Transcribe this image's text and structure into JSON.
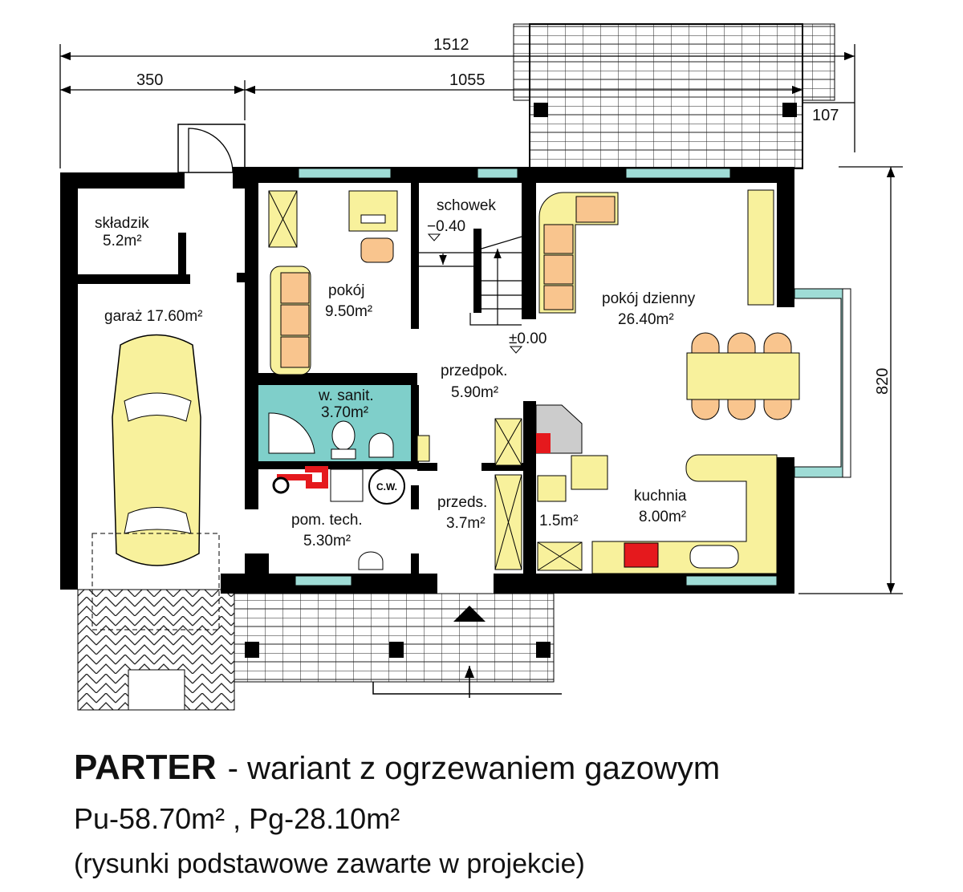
{
  "dimensions": {
    "total_width": "1512",
    "garage_width": "350",
    "house_width": "1055",
    "offset": "107",
    "depth": "820"
  },
  "rooms": [
    {
      "name": "składzik",
      "area": "5.2m²"
    },
    {
      "name": "garaż  17.60m²",
      "area": ""
    },
    {
      "name": "pokój",
      "area": "9.50m²"
    },
    {
      "name": "schowek",
      "area": ""
    },
    {
      "name": "pokój dzienny",
      "area": "26.40m²"
    },
    {
      "name": "przedpok.",
      "area": "5.90m²"
    },
    {
      "name": "w. sanit.",
      "area": "3.70m²"
    },
    {
      "name": "pom. tech.",
      "area": "5.30m²"
    },
    {
      "name": "przeds.",
      "area": "3.7m²"
    },
    {
      "name": "",
      "area": "1.5m²"
    },
    {
      "name": "kuchnia",
      "area": "8.00m²"
    }
  ],
  "levels": {
    "stair_bottom": "−0.40",
    "floor": "±0.00"
  },
  "boiler_label": "C.W.",
  "caption": {
    "title": "PARTER",
    "subtitle": "- wariant z ogrzewaniem gazowym",
    "areas": "Pu-58.70m² ,  Pg-28.10m²",
    "note": "(rysunki podstawowe zawarte w projekcie)"
  },
  "colors": {
    "wall": "#000000",
    "furniture": "#f8f19c",
    "cushion": "#f9c58e",
    "bathroom": "#7fcfca",
    "heating": "#e5191d",
    "window": "#9fdcd6"
  }
}
